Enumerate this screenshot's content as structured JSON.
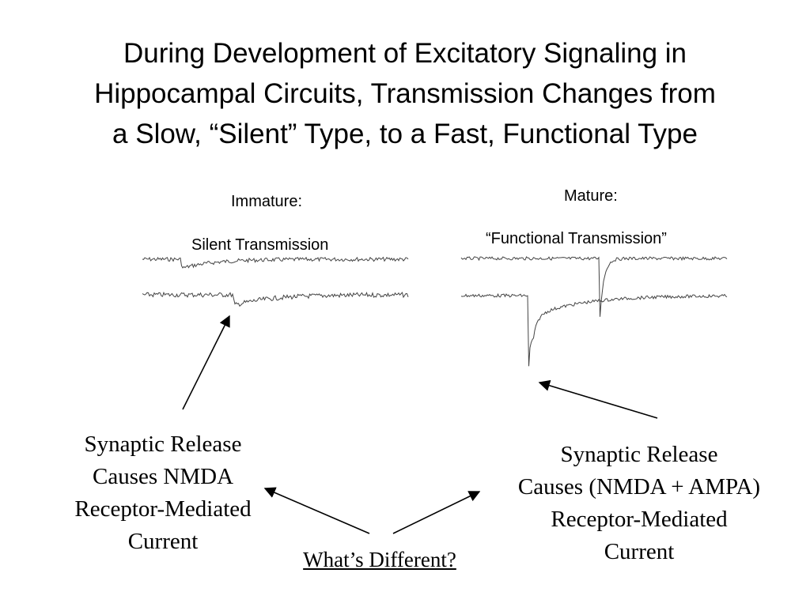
{
  "title_lines": [
    "During Development of Excitatory Signaling in",
    "Hippocampal Circuits, Transmission Changes from",
    "a Slow, “Silent” Type, to a Fast, Functional Type"
  ],
  "immature": {
    "heading": "Immature:",
    "subheading": "Silent Transmission",
    "caption_lines": [
      "Synaptic Release",
      "Causes NMDA",
      "Receptor-Mediated",
      "Current"
    ]
  },
  "mature": {
    "heading": "Mature:",
    "subheading": "“Functional Transmission”",
    "caption_lines": [
      "Synaptic Release",
      "Causes (NMDA + AMPA)",
      "Receptor-Mediated",
      "Current"
    ]
  },
  "question": "What’s Different?"
}
